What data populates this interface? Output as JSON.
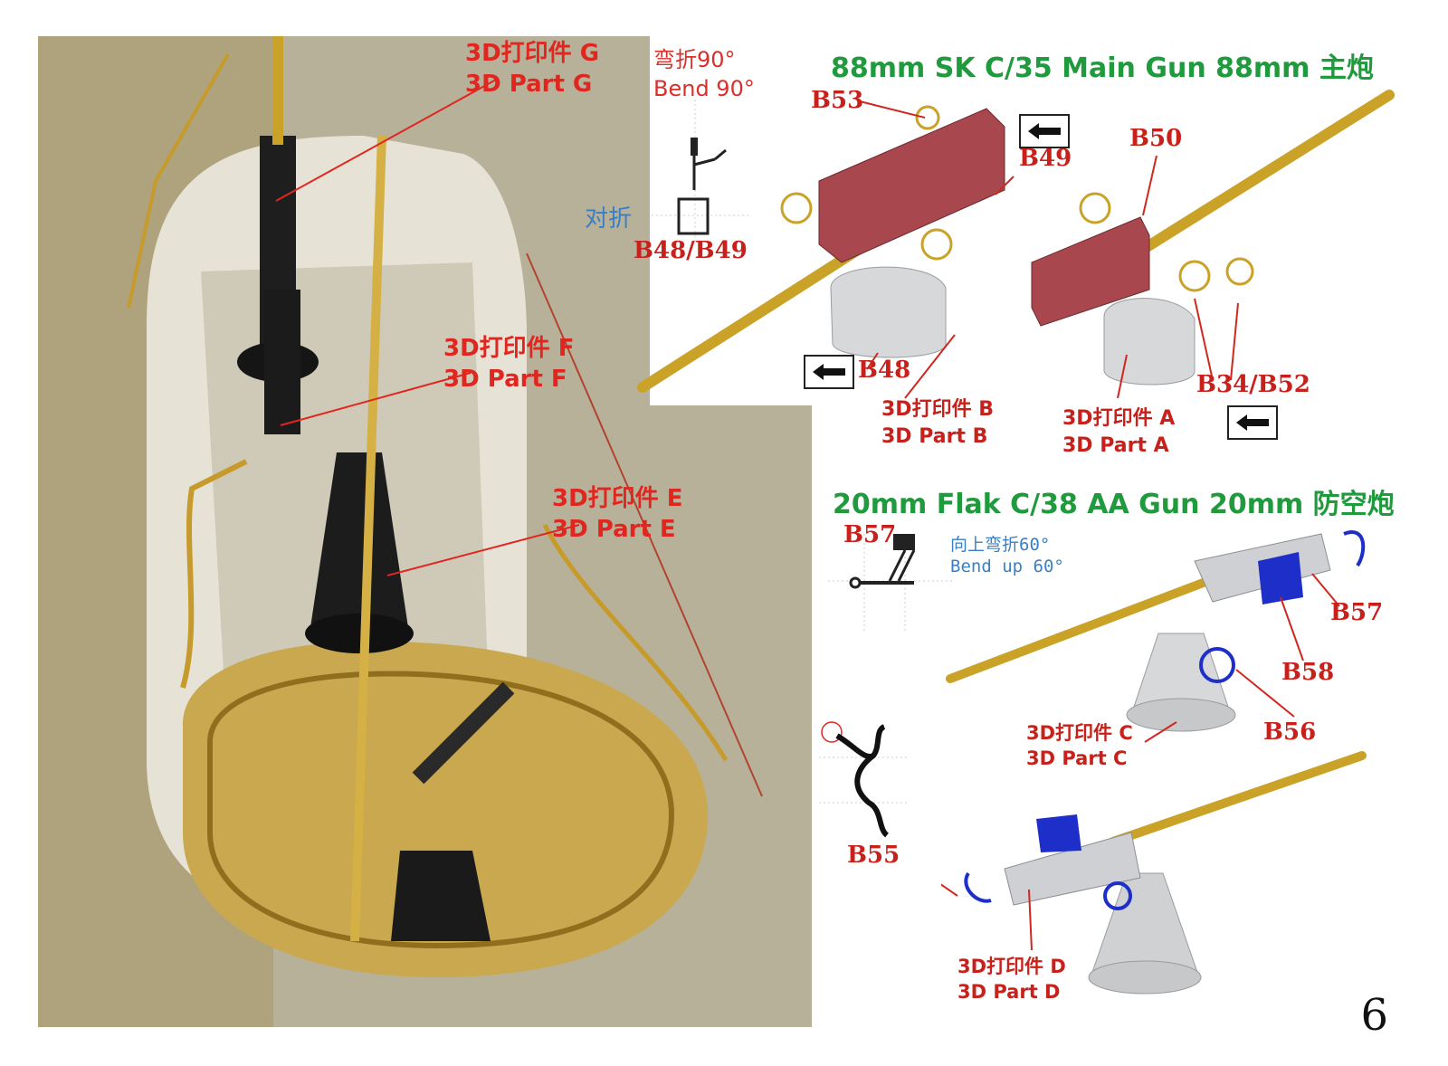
{
  "photo": {
    "labels": [
      {
        "cn": "3D打印件 G",
        "en": "3D Part G"
      },
      {
        "cn": "3D打印件 F",
        "en": "3D Part F"
      },
      {
        "cn": "3D打印件 E",
        "en": "3D Part E"
      }
    ]
  },
  "main_gun": {
    "title": "88mm SK C/35 Main Gun 88mm 主炮",
    "bend_note": {
      "cn": "弯折90°",
      "en": "Bend 90°"
    },
    "fold_note": "对折",
    "parts": [
      "B53",
      "B49",
      "B50",
      "B48/B49",
      "B48",
      "B34/B52"
    ],
    "labels": [
      {
        "cn": "3D打印件 B",
        "en": "3D Part B"
      },
      {
        "cn": "3D打印件 A",
        "en": "3D Part A"
      }
    ]
  },
  "aa_gun": {
    "title": "20mm Flak C/38 AA Gun 20mm 防空炮",
    "bend_note": {
      "cn": "向上弯折60°",
      "en": "Bend up 60°"
    },
    "parts": [
      "B57",
      "B58",
      "B56",
      "B55"
    ],
    "labels": [
      {
        "cn": "3D打印件 C",
        "en": "3D Part C"
      },
      {
        "cn": "3D打印件 D",
        "en": "3D Part D"
      }
    ]
  },
  "page_number": "6",
  "colors": {
    "title_green": "#1f9a3c",
    "label_red": "#e0261f",
    "brass": "#c9a227",
    "resin_red": "#a8474d",
    "blue_pe": "#1d2fc8",
    "grey_part": "#d7d8da"
  }
}
